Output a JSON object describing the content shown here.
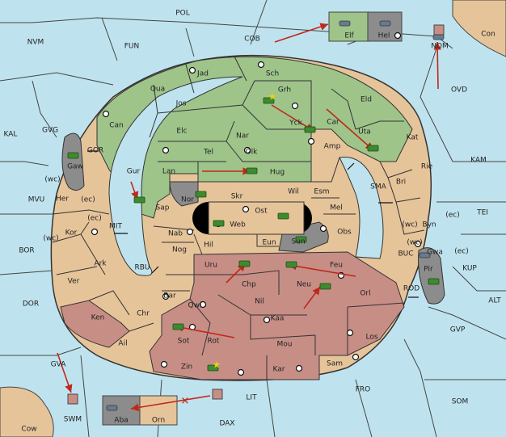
{
  "title": "",
  "colors": {
    "sea": "#bfe3ee",
    "neutral": "#e6c49a",
    "green": "#9ec48a",
    "red": "#c78e86",
    "gray": "#8c8c8c",
    "black": "#000000",
    "dot": "#111111",
    "arrow": "#c0281a",
    "unit": "#3d8b2e",
    "fleet": "#6a7a8a"
  },
  "labels": {
    "POL": "POL",
    "NVM": "NVM",
    "FUN": "FUN",
    "COB": "COB",
    "Elf": "Elf",
    "Hel": "Hel",
    "NOM": "NOM",
    "Con": "Con",
    "OVD": "OVD",
    "Jad": "Jad",
    "Sch": "Sch",
    "Qua": "Qua",
    "Grh": "Grh",
    "Jos": "Jos",
    "Eld": "Eld",
    "Can": "Can",
    "Yck": "Yck",
    "Car": "Car",
    "Uta": "Uta",
    "Elc": "Elc",
    "Nar": "Nar",
    "KAL": "KAL",
    "GVG": "GVG",
    "Kat": "Kat",
    "Amp": "Amp",
    "Tel": "Tel",
    "Olk": "Olk",
    "KAM": "KAM",
    "GOR": "GOR",
    "Gaw": "Gaw",
    "Gur": "Gur",
    "Lan": "Lan",
    "Hug": "Hug",
    "Rie": "Rie",
    "Bri": "Bri",
    "wc": "(wc)",
    "ec": "(ec)",
    "Her": "Her",
    "MVU": "MVU",
    "Wil": "Wil",
    "Esm": "Esm",
    "SMA": "SMA",
    "Nor": "Nor",
    "Skr": "Skr",
    "Ost": "Ost",
    "Sap": "Sap",
    "Mel": "Mel",
    "TEI": "TEI",
    "Byn": "Byn",
    "Web": "Web",
    "MIT": "MIT",
    "Kor": "Kor",
    "Nab": "Nab",
    "Obs": "Obs",
    "Eun": "Eun",
    "Sun": "Sun",
    "BOR": "BOR",
    "Hil": "Hil",
    "Gwa": "Gwa",
    "BUC": "BUC",
    "Ark": "Ark",
    "Nog": "Nog",
    "Uru": "Uru",
    "Feu": "Feu",
    "KUP": "KUP",
    "Pir": "Pir",
    "RBU": "RBU",
    "Chp": "Chp",
    "Neu": "Neu",
    "Orl": "Orl",
    "Ver": "Ver",
    "Bar": "Bar",
    "Nil": "Nil",
    "ROD": "ROD",
    "ALT": "ALT",
    "DOR": "DOR",
    "Qwi": "Qwi",
    "Ken": "Ken",
    "Chr": "Chr",
    "Kaa": "Kaa",
    "GVP": "GVP",
    "Los": "Los",
    "Ail": "Ail",
    "Sot": "Sot",
    "Rot": "Rot",
    "Mou": "Mou",
    "Zin": "Zin",
    "Kar": "Kar",
    "Sam": "Sam",
    "GVA": "GVA",
    "FRO": "FRO",
    "SOM": "SOM",
    "LIT": "LIT",
    "SWM": "SWM",
    "Aba": "Aba",
    "Orn": "Orn",
    "DAX": "DAX",
    "Cow": "Cow"
  }
}
